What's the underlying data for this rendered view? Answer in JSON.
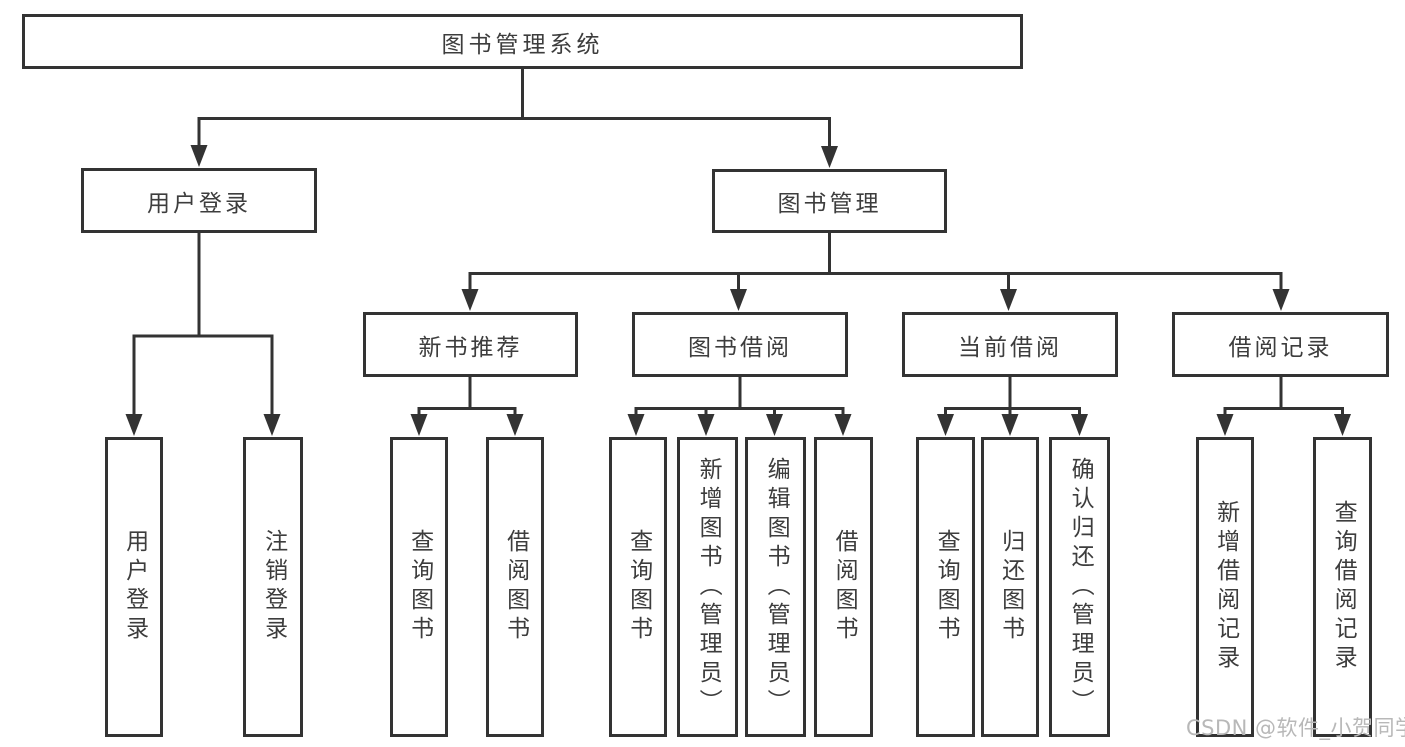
{
  "diagram": {
    "title": {
      "label": "图书管理系统"
    },
    "level2": [
      {
        "label": "用户登录"
      },
      {
        "label": "图书管理"
      }
    ],
    "level3": [
      {
        "label": "新书推荐"
      },
      {
        "label": "图书借阅"
      },
      {
        "label": "当前借阅"
      },
      {
        "label": "借阅记录"
      }
    ],
    "leaves": {
      "user": [
        {
          "label": "用户登录"
        },
        {
          "label": "注销登录"
        }
      ],
      "recommend": [
        {
          "label": "查询图书"
        },
        {
          "label": "借阅图书"
        }
      ],
      "borrow": [
        {
          "label": "查询图书"
        },
        {
          "label": "新增图书（管理员）"
        },
        {
          "label": "编辑图书（管理员）"
        },
        {
          "label": "借阅图书"
        }
      ],
      "current": [
        {
          "label": "查询图书"
        },
        {
          "label": "归还图书"
        },
        {
          "label": "确认归还（管理员）"
        }
      ],
      "records": [
        {
          "label": "新增借阅记录"
        },
        {
          "label": "查询借阅记录"
        }
      ]
    },
    "watermark": "CSDN @软件_小贺同学",
    "colors": {
      "line": "#333333",
      "text": "#3d3d3d",
      "watermark": "#b8b8b8",
      "background": "#ffffff"
    }
  }
}
